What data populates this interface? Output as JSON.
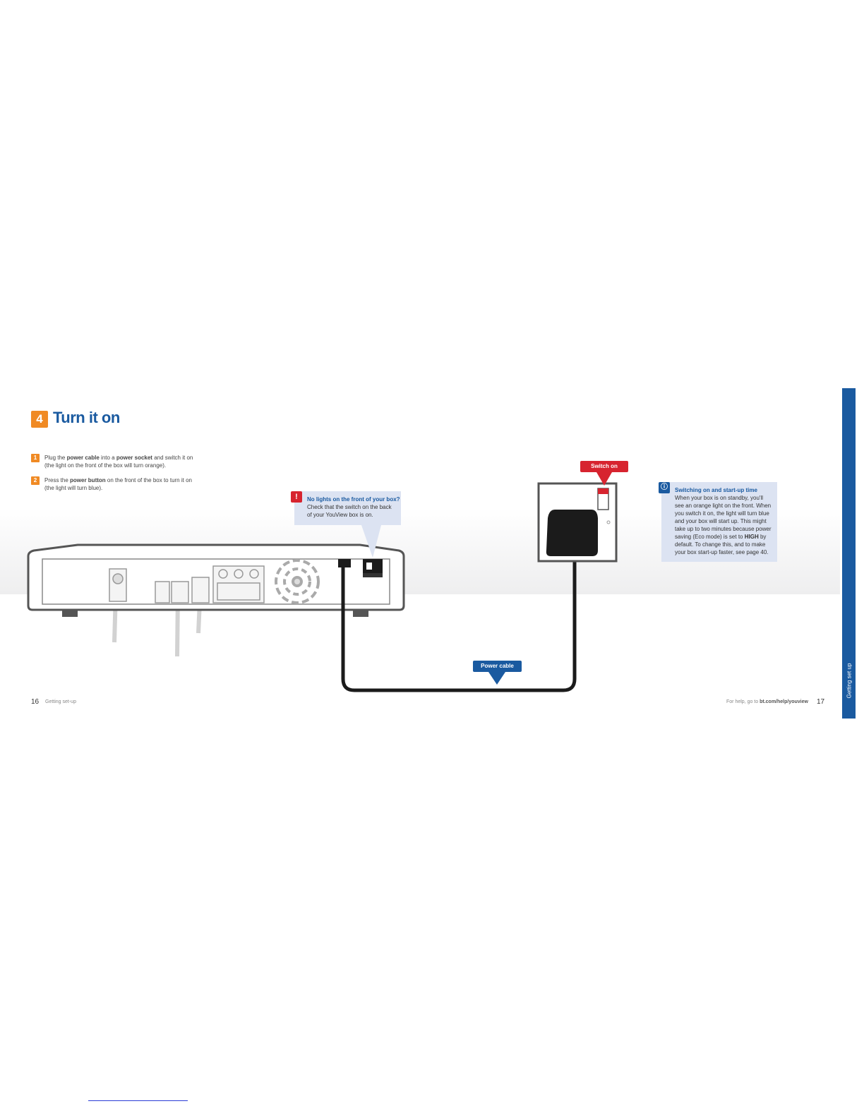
{
  "section": {
    "number": "4",
    "title": "Turn it on"
  },
  "instructions": [
    {
      "number": "1",
      "parts": [
        "Plug the ",
        "power cable",
        " into a ",
        "power socket",
        " and switch it on",
        "(the light on the front of the box will turn orange)."
      ]
    },
    {
      "number": "2",
      "parts": [
        "Press the ",
        "power button",
        " on the front of the box to turn it on",
        "(the light will turn blue)."
      ]
    }
  ],
  "warning_callout": {
    "icon": "exclamation-icon",
    "title": "No lights on the front of your box?",
    "line1": "Check that the switch on the back",
    "line2": "of your YouView box is on."
  },
  "info_callout": {
    "icon": "info-icon",
    "title": "Switching on and start-up time",
    "lines": [
      "When your box is on standby, you'll",
      "see an orange light on the front. When",
      "you switch it on, the light will turn blue",
      "and your box will start up. This might",
      "take up to two minutes because power",
      "saving (Eco mode) is set to ",
      "HIGH",
      " by",
      "default. To change this, and to make",
      "your box start-up faster, see page 40."
    ]
  },
  "labels": {
    "switch_on": "Switch on",
    "power_cable": "Power cable"
  },
  "footer": {
    "left_page": "16",
    "left_section": "Getting set-up",
    "right_prefix": "For help, go to ",
    "right_link": "bt.com/help/youview",
    "right_page": "17"
  },
  "sidebar": {
    "label": "Getting set up"
  },
  "colors": {
    "brand_blue": "#1a5aa0",
    "orange": "#f08a24",
    "red": "#d7242f",
    "callout_bg": "#dce3f2"
  }
}
